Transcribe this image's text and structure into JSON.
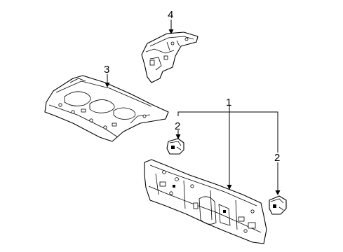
{
  "callouts": {
    "c1": "1",
    "c2_left": "2",
    "c2_right": "2",
    "c3": "3",
    "c4": "4"
  }
}
